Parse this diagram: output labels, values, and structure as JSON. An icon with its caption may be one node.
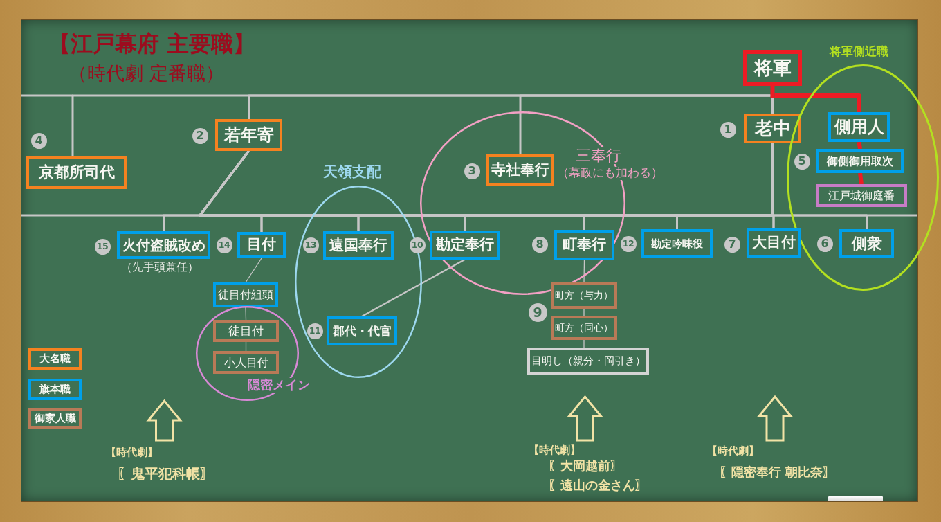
{
  "diagram": {
    "title": "【江戸幕府 主要職】",
    "nodes": [
      {
        "text": [
          "将軍"
        ]
      },
      {
        "text": [
          "京都所司代"
        ],
        "beside": [
          "4"
        ]
      },
      {
        "text": [
          "若年寄"
        ],
        "beside": [
          "2"
        ]
      },
      {
        "text": [
          "三奉行",
          "（幕政にも加わる）"
        ]
      },
      {
        "text": [
          "寺社奉行"
        ],
        "beside": [
          "3"
        ],
        "in": 3
      },
      {
        "text": [
          "老中"
        ],
        "beside": [
          "1"
        ]
      },
      {
        "text": [
          "将軍側近職"
        ]
      },
      {
        "text": [
          "側用人"
        ],
        "in": 6
      },
      {
        "text": [
          "御側御用取次"
        ],
        "beside": [
          "5"
        ],
        "in": 6
      },
      {
        "text": [
          "江戸城御庭番"
        ],
        "in": 6
      },
      {
        "text": [
          "火付盗賊改め"
        ],
        "beside": [
          "15",
          "（先手頭兼任）"
        ]
      },
      {
        "text": [
          "目付"
        ],
        "beside": [
          "14"
        ]
      },
      {
        "text": [
          "天領支配"
        ]
      },
      {
        "text": [
          "遠国奉行"
        ],
        "beside": [
          "13"
        ],
        "in": 12
      },
      {
        "text": [
          "勘定奉行"
        ],
        "beside": [
          "10"
        ],
        "in": 3
      },
      {
        "text": [
          "町奉行"
        ],
        "beside": [
          "8"
        ],
        "in": 3
      },
      {
        "text": [
          "勘定吟味役"
        ],
        "beside": [
          "12"
        ]
      },
      {
        "text": [
          "大目付"
        ],
        "beside": [
          "7"
        ]
      },
      {
        "text": [
          "側衆"
        ],
        "beside": [
          "6"
        ],
        "in": 6
      },
      {
        "text": [
          "徒目付組頭"
        ]
      },
      {
        "text": [
          "隠密メイン"
        ]
      },
      {
        "text": [
          "徒目付"
        ],
        "in": 20
      },
      {
        "text": [
          "小人目付"
        ],
        "in": 20
      },
      {
        "text": [
          "郡代・代官"
        ],
        "beside": [
          "11"
        ],
        "in": 12
      },
      {
        "text": [
          "町方（与力）"
        ],
        "beside": [
          "9"
        ]
      },
      {
        "text": [
          "町方（同心）"
        ]
      },
      {
        "text": [
          "目明し（親分・岡引き）"
        ]
      },
      {
        "text": [
          "【時代劇】",
          "〖鬼平犯科帳〗"
        ]
      },
      {
        "text": [
          "【時代劇】",
          "〖大岡越前〗",
          "〖遠山の金さん〗"
        ]
      },
      {
        "text": [
          "【時代劇】",
          "〖隠密奉行 朝比奈〗"
        ]
      }
    ],
    "edges": [
      {
        "from": 0,
        "to": 1,
        "arrow": "none"
      },
      {
        "from": 0,
        "to": 2,
        "arrow": "none"
      },
      {
        "from": 0,
        "to": 4,
        "arrow": "none"
      },
      {
        "from": 0,
        "to": 5,
        "arrow": "none"
      },
      {
        "from": 0,
        "to": 7,
        "arrow": "none",
        "style": "thick",
        "color": "#ed1c24"
      },
      {
        "from": 7,
        "to": 8,
        "arrow": "none",
        "style": "thick",
        "color": "#ed1c24"
      },
      {
        "from": 8,
        "to": 9,
        "arrow": "none",
        "style": "thick",
        "color": "#ed1c24"
      },
      {
        "from": 2,
        "to": 10,
        "arrow": "none"
      },
      {
        "from": 2,
        "to": 11,
        "arrow": "none"
      },
      {
        "from": 2,
        "to": 13,
        "arrow": "none"
      },
      {
        "from": 2,
        "to": 14,
        "arrow": "none"
      },
      {
        "from": 2,
        "to": 15,
        "arrow": "none"
      },
      {
        "from": 2,
        "to": 16,
        "arrow": "none"
      },
      {
        "from": 2,
        "to": 17,
        "arrow": "none"
      },
      {
        "from": 2,
        "to": 18,
        "arrow": "none"
      },
      {
        "from": 5,
        "to": 10,
        "arrow": "none"
      },
      {
        "from": 5,
        "to": 11,
        "arrow": "none"
      },
      {
        "from": 5,
        "to": 13,
        "arrow": "none"
      },
      {
        "from": 5,
        "to": 14,
        "arrow": "none"
      },
      {
        "from": 5,
        "to": 15,
        "arrow": "none"
      },
      {
        "from": 5,
        "to": 16,
        "arrow": "none"
      },
      {
        "from": 5,
        "to": 17,
        "arrow": "none"
      },
      {
        "from": 5,
        "to": 18,
        "arrow": "none"
      },
      {
        "from": 11,
        "to": 19,
        "arrow": "none"
      },
      {
        "from": 19,
        "to": 21,
        "arrow": "none"
      },
      {
        "from": 21,
        "to": 22,
        "arrow": "none"
      },
      {
        "from": 14,
        "to": 23,
        "arrow": "none"
      },
      {
        "from": 15,
        "to": 24,
        "arrow": "none"
      },
      {
        "from": 24,
        "to": 25,
        "arrow": "none"
      },
      {
        "from": 25,
        "to": 26,
        "arrow": "none"
      },
      {
        "from": 27,
        "to": null,
        "arrow": "to",
        "color": "#f2e3a6"
      },
      {
        "from": 28,
        "to": null,
        "arrow": "to",
        "color": "#f2e3a6"
      },
      {
        "from": 29,
        "to": null,
        "arrow": "to",
        "color": "#f2e3a6"
      }
    ],
    "labels": [
      "（時代劇 定番職）"
    ],
    "legend": [
      {
        "text": "大名職",
        "color": "#f58220"
      },
      {
        "text": "旗本職",
        "color": "#00a0e9"
      },
      {
        "text": "御家人職",
        "color": "#b97a57"
      }
    ]
  }
}
